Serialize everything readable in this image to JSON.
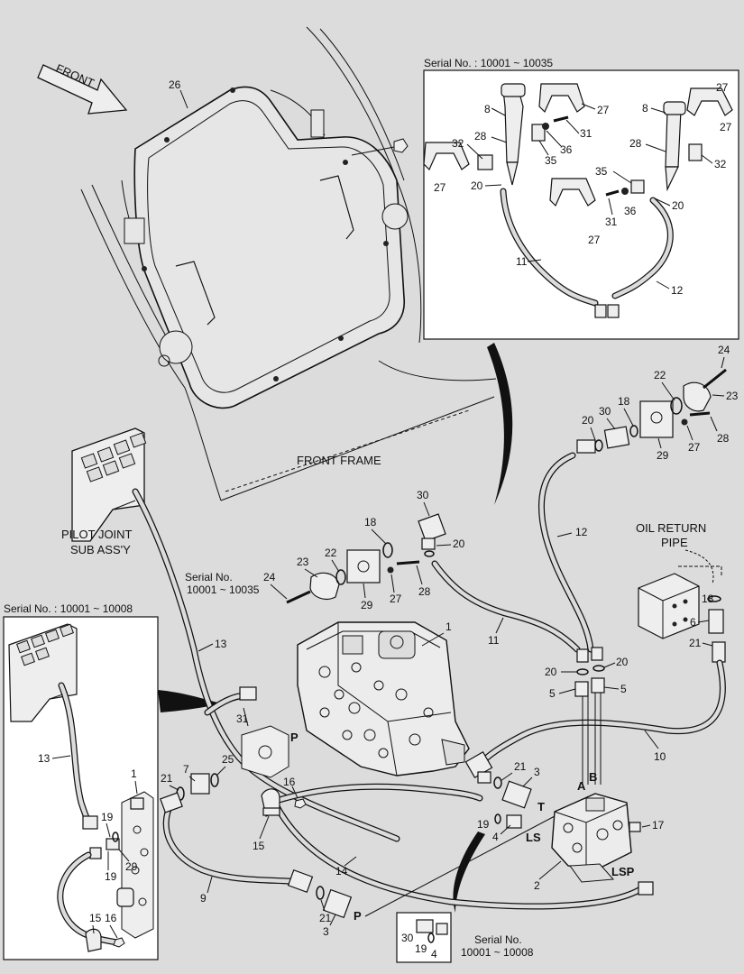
{
  "labels": {
    "front": "FRONT",
    "front_frame": "FRONT FRAME",
    "pilot_joint_1": "PILOT JOINT",
    "pilot_joint_2": "SUB ASS'Y",
    "oil_return_1": "OIL RETURN",
    "oil_return_2": "PIPE",
    "serial_top": "Serial No. : 10001 ~ 10035",
    "serial_mid_1": "Serial No.",
    "serial_mid_2": "10001 ~ 10035",
    "serial_left": "Serial No. : 10001 ~ 10008",
    "serial_bottom_1": "Serial No.",
    "serial_bottom_2": "10001 ~ 10008"
  },
  "ports": {
    "P1": "P",
    "P2": "P",
    "T": "T",
    "A": "A",
    "B": "B",
    "LS": "LS",
    "LSP": "LSP"
  },
  "callouts": {
    "c26": "26",
    "t8a": "8",
    "t27a": "27",
    "t31a": "31",
    "t28a": "28",
    "t36a": "36",
    "t32a": "32",
    "t35a": "35",
    "t27b": "27",
    "t20a": "20",
    "t27c": "27",
    "t8b": "8",
    "t27d": "27",
    "t28b": "28",
    "t32b": "32",
    "t35b": "35",
    "t31b": "31",
    "t36b": "36",
    "t20b": "20",
    "t27e": "27",
    "t11": "11",
    "t12": "12",
    "c24a": "24",
    "c22a": "22",
    "c23a": "23",
    "c18a": "18",
    "c30a": "30",
    "c20a": "20",
    "c29a": "29",
    "c27a": "27",
    "c28a": "28",
    "c30b": "30",
    "c18b": "18",
    "c20b": "20",
    "c23b": "23",
    "c22b": "22",
    "c24b": "24",
    "c29b": "29",
    "c27b": "27",
    "c28b": "28",
    "c12": "12",
    "c11": "11",
    "c1": "1",
    "c13": "13",
    "c18c": "18",
    "c6": "6",
    "c21a": "21",
    "c20c": "20",
    "c20d": "20",
    "c5a": "5",
    "c5b": "5",
    "c10": "10",
    "c31": "31",
    "c25": "25",
    "c7": "7",
    "c21b": "21",
    "c16": "16",
    "c15": "15",
    "c14": "14",
    "c9": "9",
    "c21c": "21",
    "c3a": "3",
    "c21d": "21",
    "c3b": "3",
    "c19a": "19",
    "c4a": "4",
    "c2": "2",
    "c17": "17",
    "l13": "13",
    "l1": "1",
    "l19a": "19",
    "l19b": "19",
    "l29": "29",
    "l15": "15",
    "l16": "16",
    "b30": "30",
    "b19": "19",
    "b4": "4"
  },
  "colors": {
    "background": "#dcdcdc",
    "ink": "#111111",
    "panel": "#ffffff"
  }
}
